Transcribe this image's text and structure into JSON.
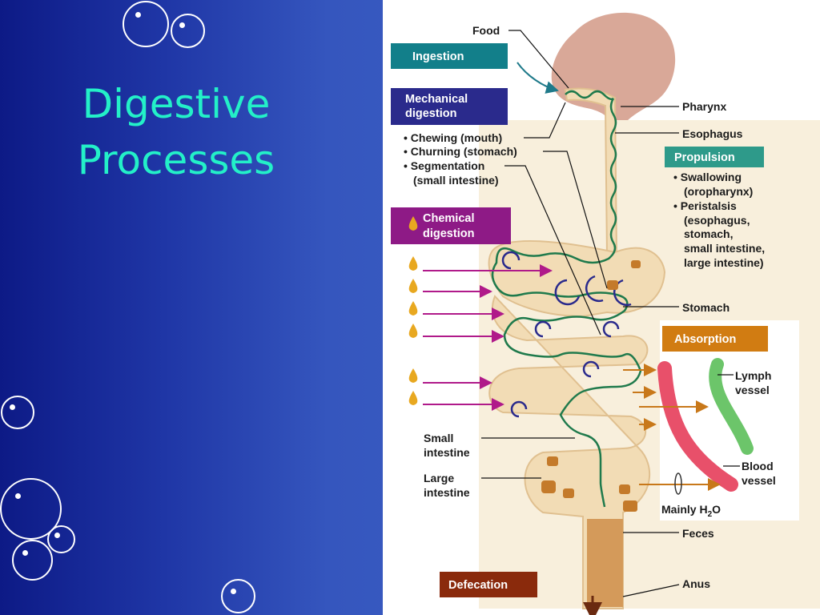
{
  "slide": {
    "title_line1": "Digestive",
    "title_line2": "Processes"
  },
  "diagram": {
    "boxes": {
      "ingestion": "Ingestion",
      "mechanical_line1": "Mechanical",
      "mechanical_line2": "digestion",
      "chemical_line1": "Chemical",
      "chemical_line2": "digestion",
      "propulsion": "Propulsion",
      "absorption": "Absorption",
      "defecation": "Defecation"
    },
    "mechanical_items": [
      "• Chewing (mouth)",
      "• Churning (stomach)",
      "• Segmentation",
      "(small intestine)"
    ],
    "propulsion_items": [
      "• Swallowing",
      "(oropharynx)",
      "• Peristalsis",
      "(esophagus,",
      "stomach,",
      "small intestine,",
      "large intestine)"
    ],
    "labels": {
      "food": "Food",
      "pharynx": "Pharynx",
      "esophagus": "Esophagus",
      "stomach": "Stomach",
      "small_intestine_1": "Small",
      "small_intestine_2": "intestine",
      "large_intestine_1": "Large",
      "large_intestine_2": "intestine",
      "lymph_vessel_1": "Lymph",
      "lymph_vessel_2": "vessel",
      "blood_vessel_1": "Blood",
      "blood_vessel_2": "vessel",
      "mainly_water": "Mainly H",
      "water_subscript": "2",
      "water_o": "O",
      "feces": "Feces",
      "anus": "Anus"
    },
    "colors": {
      "ingestion_box": "#127f8a",
      "mechanical_box": "#2a2a8c",
      "chemical_box": "#8e1a86",
      "propulsion_box": "#2e9a8a",
      "absorption_box": "#d17c12",
      "defecation_box": "#8a2a0c",
      "tract_fill": "#f2dcb5",
      "muscle_line": "#1f7a4c",
      "blood_vessel": "#e8506a",
      "lymph_vessel": "#6cc56a",
      "head": "#d9a898",
      "enzyme_drop": "#e8a820",
      "enzyme_arrow": "#b01a8a",
      "absorption_arrow": "#c8781a"
    }
  }
}
